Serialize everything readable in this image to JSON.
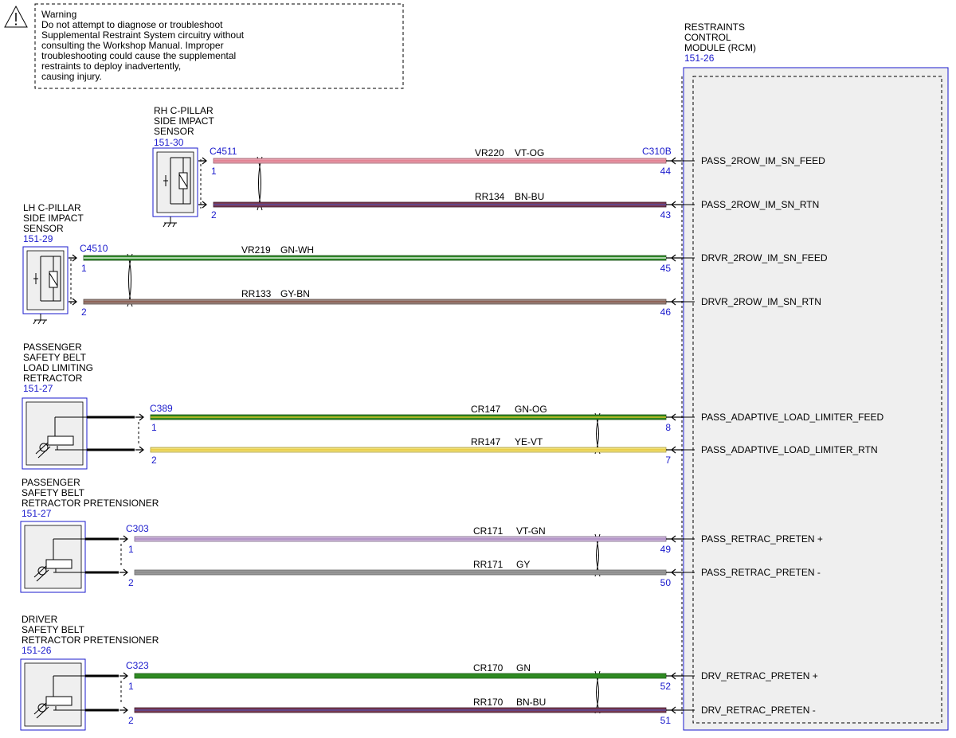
{
  "warning": {
    "lines": [
      "Warning",
      "Do not attempt to diagnose or troubleshoot",
      "Supplemental Restraint System circuitry without",
      "consulting the Workshop Manual. Improper",
      "troubleshooting could cause the supplemental",
      "restraints to deploy inadvertently,",
      "causing injury."
    ]
  },
  "module": {
    "name_lines": [
      "RESTRAINTS",
      "CONTROL",
      "MODULE (RCM)"
    ],
    "ref": "151-26",
    "connector": "C310B"
  },
  "components": [
    {
      "id": "rh-cpillar",
      "name_lines": [
        "RH C-PILLAR",
        "SIDE IMPACT",
        "SENSOR"
      ],
      "ref": "151-30",
      "connector": "C4511",
      "kind": "sensor"
    },
    {
      "id": "lh-cpillar",
      "name_lines": [
        "LH C-PILLAR",
        "SIDE IMPACT",
        "SENSOR"
      ],
      "ref": "151-29",
      "connector": "C4510",
      "kind": "sensor"
    },
    {
      "id": "pass-load-limiter",
      "name_lines": [
        "PASSENGER",
        "SAFETY BELT",
        "LOAD LIMITING",
        "RETRACTOR"
      ],
      "ref": "151-27",
      "connector": "C389",
      "kind": "retractor"
    },
    {
      "id": "pass-pretensioner",
      "name_lines": [
        "PASSENGER",
        "SAFETY BELT",
        "RETRACTOR PRETENSIONER"
      ],
      "ref": "151-27",
      "connector": "C303",
      "kind": "retractor"
    },
    {
      "id": "drv-pretensioner",
      "name_lines": [
        "DRIVER",
        "SAFETY BELT",
        "RETRACTOR PRETENSIONER"
      ],
      "ref": "151-26",
      "connector": "C323",
      "kind": "retractor"
    }
  ],
  "wires": [
    {
      "comp": 0,
      "pin_left": "1",
      "circuit": "VR220",
      "color": "VT-OG",
      "pin_rcm": "44",
      "signal": "PASS_2ROW_IM_SN_FEED",
      "base": "#e7a0ae",
      "stripe": "#e07a8c",
      "edge": "#9a5a66"
    },
    {
      "comp": 0,
      "pin_left": "2",
      "circuit": "RR134",
      "color": "BN-BU",
      "pin_rcm": "43",
      "signal": "PASS_2ROW_IM_SN_RTN",
      "base": "#7c3a52",
      "stripe": "#5a4a9a",
      "edge": "#3b1a2a"
    },
    {
      "comp": 1,
      "pin_left": "1",
      "circuit": "VR219",
      "color": "GN-WH",
      "pin_rcm": "45",
      "signal": "DRVR_2ROW_IM_SN_FEED",
      "base": "#2f8a2a",
      "stripe": "#d8ecd6",
      "edge": "#1d4f1a"
    },
    {
      "comp": 1,
      "pin_left": "2",
      "circuit": "RR133",
      "color": "GY-BN",
      "pin_rcm": "46",
      "signal": "DRVR_2ROW_IM_SN_RTN",
      "base": "#9b8580",
      "stripe": "#8a5a4a",
      "edge": "#5a4a44"
    },
    {
      "comp": 2,
      "pin_left": "1",
      "circuit": "CR147",
      "color": "GN-OG",
      "pin_rcm": "8",
      "signal": "PASS_ADAPTIVE_LOAD_LIMITER_FEED",
      "base": "#2f8a1e",
      "stripe": "#d7c22a",
      "edge": "#1d4f12"
    },
    {
      "comp": 2,
      "pin_left": "2",
      "circuit": "RR147",
      "color": "YE-VT",
      "pin_rcm": "7",
      "signal": "PASS_ADAPTIVE_LOAD_LIMITER_RTN",
      "base": "#f2e27a",
      "stripe": "#e6c83c",
      "edge": "#a89a3e"
    },
    {
      "comp": 3,
      "pin_left": "1",
      "circuit": "CR171",
      "color": "VT-GN",
      "pin_rcm": "49",
      "signal": "PASS_RETRAC_PRETEN +",
      "base": "#cfb6dc",
      "stripe": "#a98ac0",
      "edge": "#7a6a86"
    },
    {
      "comp": 3,
      "pin_left": "2",
      "circuit": "RR171",
      "color": "GY",
      "pin_rcm": "50",
      "signal": "PASS_RETRAC_PRETEN -",
      "base": "#999999",
      "stripe": "#8c8c8c",
      "edge": "#666666"
    },
    {
      "comp": 4,
      "pin_left": "1",
      "circuit": "CR170",
      "color": "GN",
      "pin_rcm": "52",
      "signal": "DRV_RETRAC_PRETEN +",
      "base": "#2f8a22",
      "stripe": "#2f8a22",
      "edge": "#1b5a14"
    },
    {
      "comp": 4,
      "pin_left": "2",
      "circuit": "RR170",
      "color": "BN-BU",
      "pin_rcm": "51",
      "signal": "DRV_RETRAC_PRETEN -",
      "base": "#7a3a52",
      "stripe": "#5a4a9a",
      "edge": "#3b1a2a"
    }
  ]
}
